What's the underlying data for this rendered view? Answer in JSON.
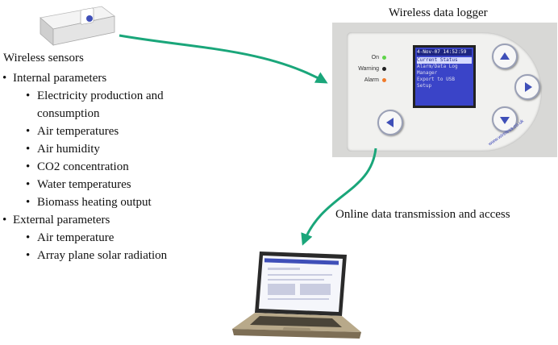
{
  "sensors_title": "Wireless sensors",
  "logger_title": "Wireless data logger",
  "transmission_label": "Online data transmission and access",
  "parameters": {
    "internal": {
      "heading": "Internal parameters",
      "items": [
        "Electricity production and consumption",
        "Air temperatures",
        "Air humidity",
        "CO2 concentration",
        "Water temperatures",
        "Biomass heating output"
      ]
    },
    "external": {
      "heading": "External parameters",
      "items": [
        "Air temperature",
        "Array plane solar radiation"
      ]
    }
  },
  "logger_device": {
    "leds": [
      {
        "label": "On",
        "color": "#5fd44a"
      },
      {
        "label": "Warning",
        "color": "#222222"
      },
      {
        "label": "Alarm",
        "color": "#f07a2a"
      }
    ],
    "screen_header": "4-Nov-07 14:52:59",
    "menu_items": [
      "Current Status",
      "Alarm/Data Log",
      "Manager",
      "Export to USB",
      "Setup"
    ],
    "brand": "www.wireless.co.uk"
  },
  "colors": {
    "arrow": "#1aa67a",
    "button_arrow": "#3f4fb8",
    "screen": "#3a44c8"
  }
}
